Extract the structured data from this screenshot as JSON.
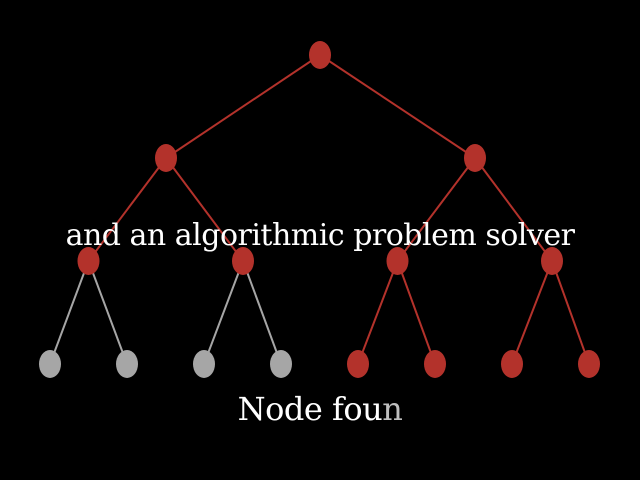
{
  "colors": {
    "background": "#000000",
    "active": "#b3322b",
    "inactive": "#a6a6a6",
    "caption": "#ffffff"
  },
  "tree": {
    "depth": 4,
    "node_states": [
      "active",
      "active",
      "active",
      "active",
      "active",
      "active",
      "active",
      "inactive",
      "inactive",
      "inactive",
      "inactive",
      "active",
      "active",
      "active",
      "active"
    ]
  },
  "captions": {
    "main": "and an algorithmic problem solver",
    "sub": "Node fou",
    "sub_partial": "n"
  }
}
